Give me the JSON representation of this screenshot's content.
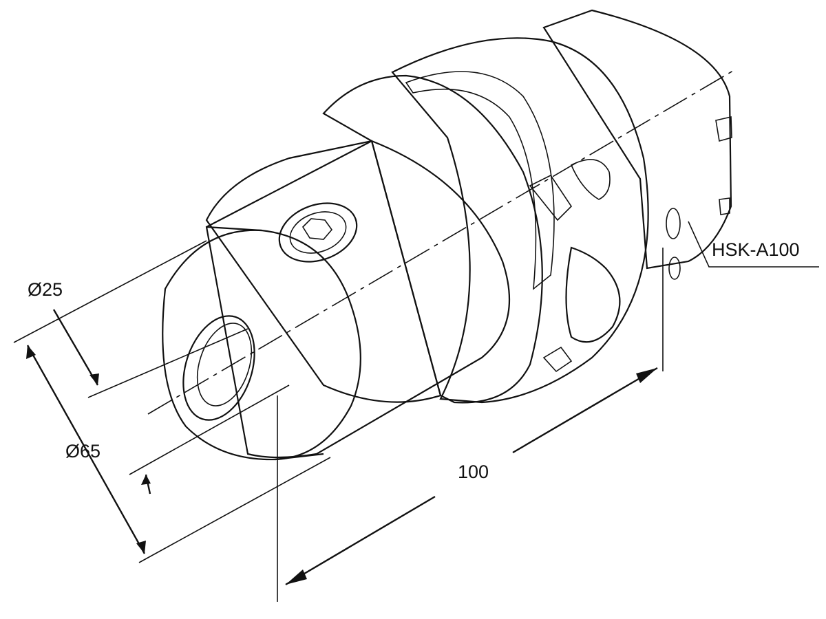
{
  "drawing": {
    "labels": {
      "bore_diameter": "Ø25",
      "body_diameter": "Ø65",
      "length": "100",
      "interface": "HSK-A100"
    },
    "colors": {
      "line": "#111111",
      "body_shade": "#9a9a9a",
      "shank_light": "#e6e6e6",
      "background": "#ffffff"
    }
  }
}
